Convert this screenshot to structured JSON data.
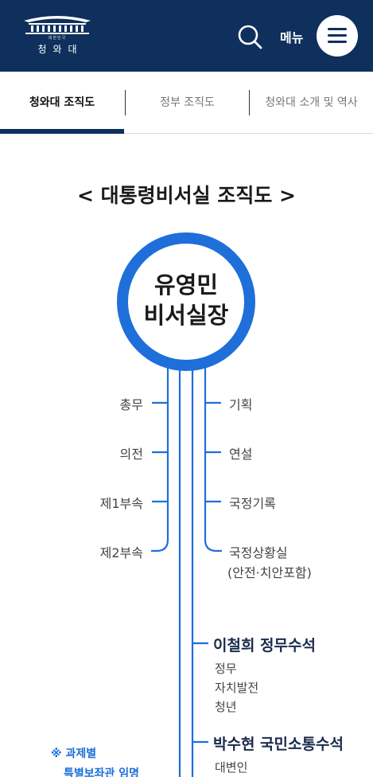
{
  "header": {
    "logo_sub": "대한민국",
    "logo_name": "청와대",
    "menu_label": "메뉴"
  },
  "tabs": [
    {
      "label": "청와대 조직도",
      "active": true
    },
    {
      "label": "정부 조직도",
      "active": false
    },
    {
      "label": "청와대 소개 및 역사",
      "active": false
    }
  ],
  "org": {
    "title": "< 대통령비서실 조직도 >",
    "head_name": "유영민",
    "head_title": "비서실장",
    "left_units": [
      "총무",
      "의전",
      "제1부속",
      "제2부속"
    ],
    "right_units": [
      "기획",
      "연설",
      "국정기록",
      "국정상황실"
    ],
    "right_unit_note": "(안전·치안포함)",
    "secretaries": [
      {
        "title": "이철희 정무수석",
        "items": [
          "정무",
          "자치발전",
          "청년"
        ]
      },
      {
        "title": "박수현 국민소통수석",
        "items": [
          "대변인"
        ]
      }
    ],
    "note_line1": "※ 과제별",
    "note_line2": "특별보좌관 임명"
  },
  "colors": {
    "header_bg": "#0f2f5c",
    "accent_blue": "#1e6fd9"
  }
}
